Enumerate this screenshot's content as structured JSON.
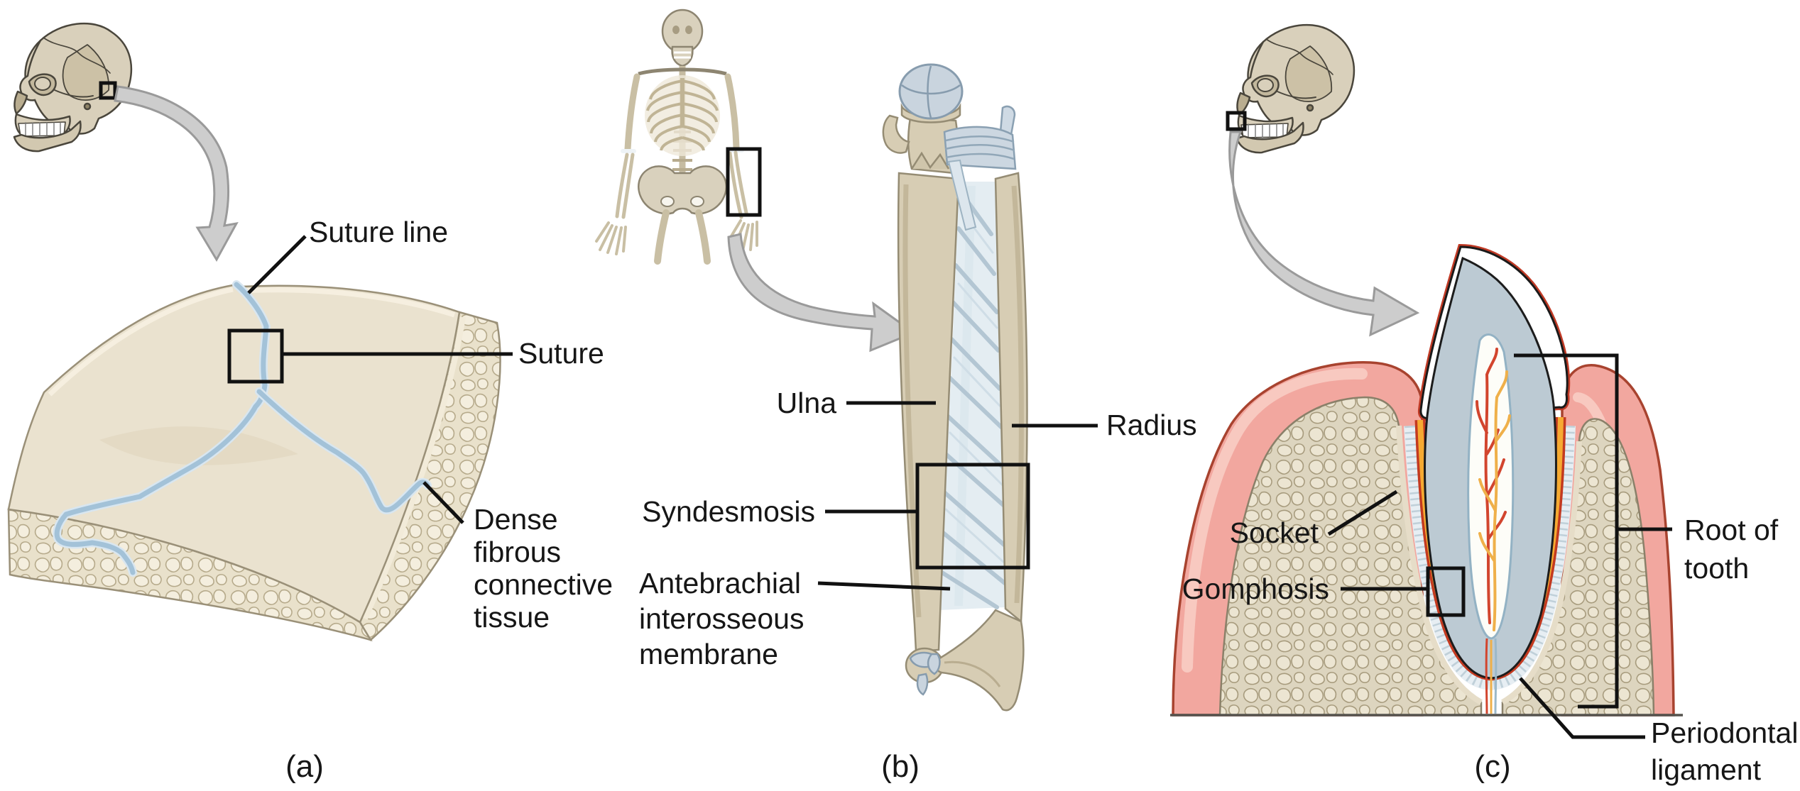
{
  "figure": {
    "description": "Three-panel anatomical diagram of fibrous joints",
    "panels": [
      {
        "letter": "(a)",
        "labels": {
          "suture_line": "Suture line",
          "suture": "Suture",
          "dense_fibrous": [
            "Dense",
            "fibrous",
            "connective",
            "tissue"
          ]
        }
      },
      {
        "letter": "(b)",
        "labels": {
          "ulna": "Ulna",
          "radius": "Radius",
          "syndesmosis": "Syndesmosis",
          "membrane": [
            "Antebrachial",
            "interosseous",
            "membrane"
          ]
        }
      },
      {
        "letter": "(c)",
        "labels": {
          "socket": "Socket",
          "gomphosis": "Gomphosis",
          "root_of_tooth": [
            "Root of",
            "tooth"
          ],
          "periodontal_ligament": [
            "Periodontal",
            "ligament"
          ]
        }
      }
    ],
    "colors": {
      "bone_tan": "#d8cfba",
      "spongy_bone": "#e9e1cb",
      "suture_blue": "#a3c2d8",
      "cartilage_blue": "#c9d4de",
      "membrane_blue": "#e4edf2",
      "gum_pink": "#f2a79f",
      "ligament_orange": "#f6aa32",
      "ligament_red_edge": "#c33a20",
      "vessel_red": "#d2452e",
      "nerve_yellow": "#efb04a",
      "arrow_gray": "#cdcdcd",
      "leader_black": "#111111"
    }
  }
}
